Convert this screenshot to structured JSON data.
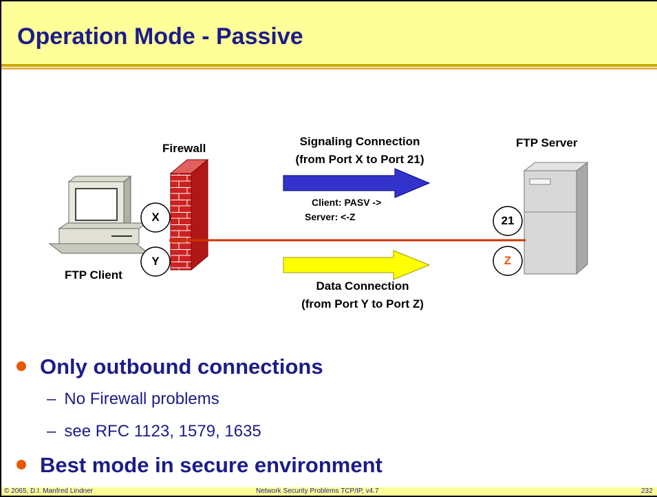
{
  "slide": {
    "title": "Operation Mode - Passive"
  },
  "diagram": {
    "firewall_label": "Firewall",
    "server_label": "FTP Server",
    "client_label": "FTP Client",
    "signaling_line1": "Signaling Connection",
    "signaling_line2": "(from Port X to Port 21)",
    "data_line1": "Data Connection",
    "data_line2": "(from Port Y to Port Z)",
    "cmd_client": "Client: PASV ->",
    "cmd_server": "Server: <-Z",
    "port_x": "X",
    "port_y": "Y",
    "port_21": "21",
    "port_z": "Z",
    "colors": {
      "signaling_arrow": "#3333cc",
      "data_arrow": "#ffff00",
      "connection_line": "#cc3300",
      "firewall_brick": "#cc2222",
      "port_z_text": "#e65a00"
    }
  },
  "bullets": [
    {
      "text": "Only outbound connections",
      "sub": [
        "No Firewall problems",
        "see RFC 1123, 1579, 1635"
      ]
    },
    {
      "text": "Best mode in secure environment",
      "sub": []
    }
  ],
  "footer": {
    "copyright": "© 2065, D.I. Manfred Lindner",
    "course": "Network Security Problems TCP/IP, v4.7",
    "page": "232"
  }
}
